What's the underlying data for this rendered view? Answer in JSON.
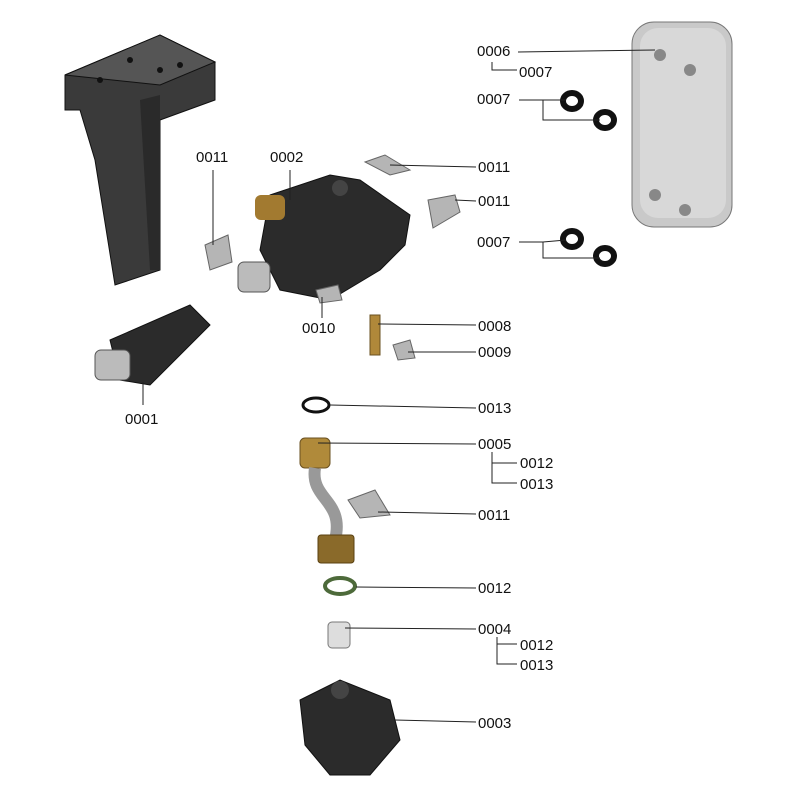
{
  "diagram": {
    "callouts": [
      {
        "id": "0006",
        "text": "0006"
      },
      {
        "id": "0007a",
        "text": "0007"
      },
      {
        "id": "0007b",
        "text": "0007"
      },
      {
        "id": "0011a",
        "text": "0011"
      },
      {
        "id": "0002",
        "text": "0002"
      },
      {
        "id": "0011b",
        "text": "0011"
      },
      {
        "id": "0011c",
        "text": "0011"
      },
      {
        "id": "0007c",
        "text": "0007"
      },
      {
        "id": "0010",
        "text": "0010"
      },
      {
        "id": "0008",
        "text": "0008"
      },
      {
        "id": "0009",
        "text": "0009"
      },
      {
        "id": "0001",
        "text": "0001"
      },
      {
        "id": "0013a",
        "text": "0013"
      },
      {
        "id": "0005",
        "text": "0005"
      },
      {
        "id": "0012a",
        "text": "0012"
      },
      {
        "id": "0013b",
        "text": "0013"
      },
      {
        "id": "0011d",
        "text": "0011"
      },
      {
        "id": "0012b",
        "text": "0012"
      },
      {
        "id": "0004",
        "text": "0004"
      },
      {
        "id": "0012c",
        "text": "0012"
      },
      {
        "id": "0013c",
        "text": "0013"
      },
      {
        "id": "0003",
        "text": "0003"
      }
    ]
  }
}
